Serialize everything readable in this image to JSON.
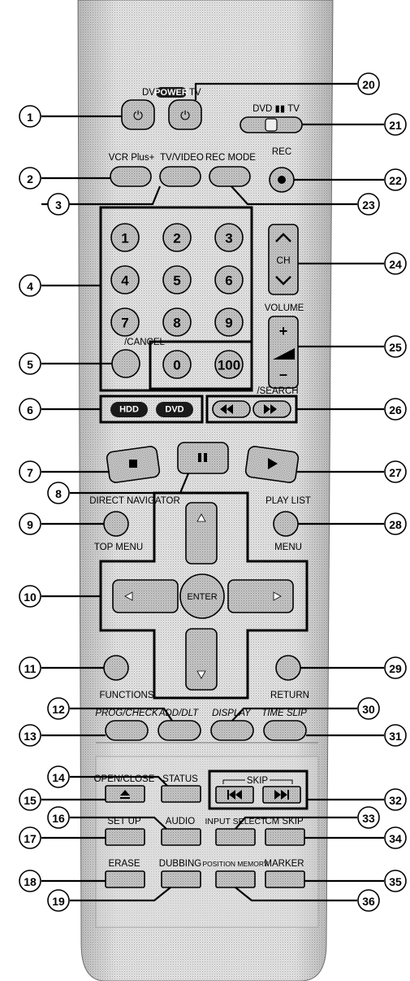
{
  "labels": {
    "power_header": "DVD",
    "power_badge": "POWER",
    "power_tv": "TV",
    "dvd_tv_switch": "DVD ▮▮ TV",
    "vcr_plus": "VCR Plus+",
    "tv_video": "TV/VIDEO",
    "rec_mode": "REC MODE",
    "rec": "REC",
    "ch": "CH",
    "volume": "VOLUME",
    "cancel": "/CANCEL",
    "search": "/SEARCH",
    "hdd": "HDD",
    "dvd": "DVD",
    "direct_navigator": "DIRECT NAVIGATOR",
    "top_menu": "TOP MENU",
    "play_list": "PLAY LIST",
    "menu": "MENU",
    "enter": "ENTER",
    "functions": "FUNCTIONS",
    "return": "RETURN",
    "prog_check": "PROG/CHECK",
    "add_dlt": "ADD/DLT",
    "display": "DISPLAY",
    "time_slip": "TIME SLIP",
    "open_close": "OPEN/CLOSE",
    "status": "STATUS",
    "skip": "SKIP",
    "audio": "AUDIO",
    "input_select": "INPUT SELECT",
    "cm_skip": "CM SKIP",
    "set_up": "SET UP",
    "erase": "ERASE",
    "dubbing": "DUBBING",
    "position_memory": "POSITION MEMORY",
    "marker": "MARKER"
  },
  "digits": [
    "1",
    "2",
    "3",
    "4",
    "5",
    "6",
    "7",
    "8",
    "9",
    "0",
    "100"
  ],
  "callouts_left": [
    "1",
    "2",
    "3",
    "4",
    "5",
    "6",
    "7",
    "8",
    "9",
    "10",
    "11",
    "12",
    "13",
    "14",
    "15",
    "16",
    "17",
    "18",
    "19"
  ],
  "callouts_right": [
    "20",
    "21",
    "22",
    "23",
    "24",
    "25",
    "26",
    "27",
    "28",
    "29",
    "30",
    "31",
    "32",
    "33",
    "34",
    "35",
    "36"
  ],
  "colors": {
    "body": "#d6d6d6",
    "button": "#b4b4b4",
    "dark": "#1a1a1a",
    "line": "#000000"
  }
}
